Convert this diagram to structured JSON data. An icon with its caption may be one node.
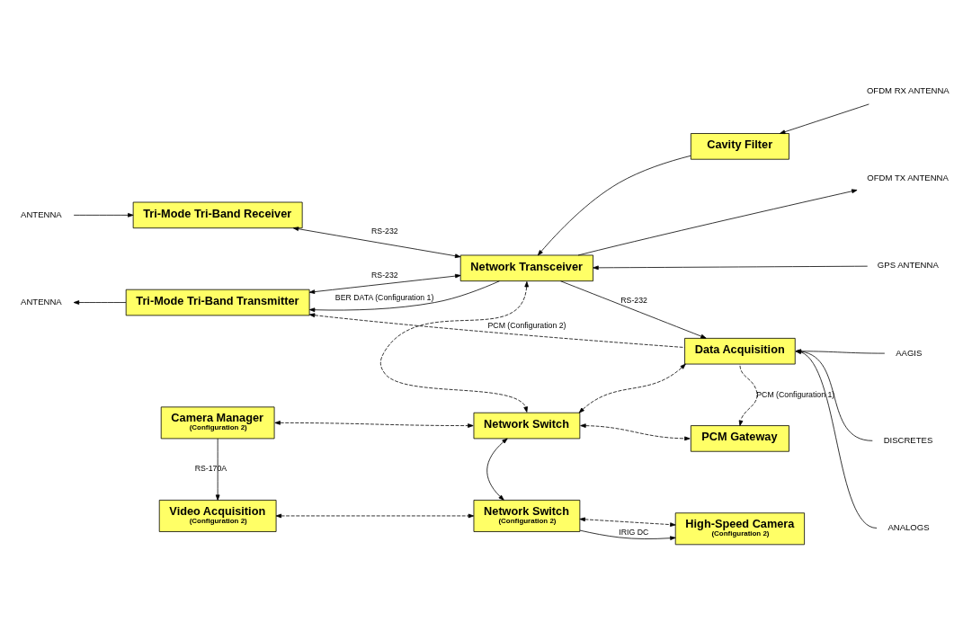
{
  "diagram": {
    "nodes": [
      {
        "text": [
          "ANTENNA"
        ]
      },
      {
        "text": [
          "Tri-Mode Tri-Band Receiver"
        ]
      },
      {
        "text": [
          "Network Transceiver"
        ]
      },
      {
        "text": [
          "Cavity Filter"
        ]
      },
      {
        "text": [
          "OFDM RX ANTENNA"
        ]
      },
      {
        "text": [
          "OFDM TX ANTENNA"
        ]
      },
      {
        "text": [
          "ANTENNA"
        ]
      },
      {
        "text": [
          "Tri-Mode Tri-Band Transmitter"
        ]
      },
      {
        "text": [
          "GPS ANTENNA"
        ]
      },
      {
        "text": [
          "Data Acquisition"
        ]
      },
      {
        "text": [
          "AAGIS"
        ]
      },
      {
        "text": [
          "DISCRETES"
        ]
      },
      {
        "text": [
          "ANALOGS"
        ]
      },
      {
        "text": [
          "Camera Manager",
          "(Configuration 2)"
        ]
      },
      {
        "text": [
          "Network Switch"
        ]
      },
      {
        "text": [
          "PCM Gateway"
        ]
      },
      {
        "text": [
          "Video Acquisition",
          "(Configuration 2)"
        ]
      },
      {
        "text": [
          "Network Switch",
          "(Configuration 2)"
        ]
      },
      {
        "text": [
          "High-Speed Camera",
          "(Configuration 2)"
        ]
      }
    ],
    "edges": [
      {
        "from": 0,
        "to": 1,
        "arrow": "to"
      },
      {
        "from": 1,
        "to": 2,
        "arrow": "both",
        "label": "RS-232"
      },
      {
        "from": 4,
        "to": 3,
        "arrow": "to"
      },
      {
        "from": 3,
        "to": 2,
        "arrow": "to"
      },
      {
        "from": 2,
        "to": 5,
        "arrow": "to"
      },
      {
        "from": 7,
        "to": 2,
        "arrow": "both",
        "label": "RS-232"
      },
      {
        "from": 2,
        "to": 7,
        "arrow": "to",
        "label": "BER DATA (Configuration 1)"
      },
      {
        "from": 7,
        "to": 6,
        "arrow": "to"
      },
      {
        "from": 8,
        "to": 2,
        "arrow": "to"
      },
      {
        "from": 2,
        "to": 9,
        "arrow": "to",
        "label": "RS-232"
      },
      {
        "from": 10,
        "to": 9,
        "arrow": "to"
      },
      {
        "from": 11,
        "to": 9,
        "arrow": "to"
      },
      {
        "from": 12,
        "to": 9,
        "arrow": "to"
      },
      {
        "from": 9,
        "to": 7,
        "arrow": "to",
        "label": "PCM (Configuration 2)",
        "style": "dashed"
      },
      {
        "from": 2,
        "to": 14,
        "arrow": "both",
        "style": "dashed"
      },
      {
        "from": 9,
        "to": 14,
        "arrow": "both",
        "style": "dashed"
      },
      {
        "from": 9,
        "to": 15,
        "arrow": "to",
        "label": "PCM (Configuration 1)",
        "style": "dashed"
      },
      {
        "from": 13,
        "to": 14,
        "arrow": "both",
        "style": "dashed"
      },
      {
        "from": 14,
        "to": 15,
        "arrow": "both",
        "style": "dashed"
      },
      {
        "from": 14,
        "to": 17,
        "arrow": "both"
      },
      {
        "from": 13,
        "to": 16,
        "arrow": "to",
        "label": "RS-170A"
      },
      {
        "from": 16,
        "to": 17,
        "arrow": "both",
        "style": "dashed"
      },
      {
        "from": 17,
        "to": 18,
        "arrow": "to",
        "label": "IRIG DC"
      },
      {
        "from": 17,
        "to": 18,
        "arrow": "both",
        "style": "dashed"
      }
    ]
  }
}
